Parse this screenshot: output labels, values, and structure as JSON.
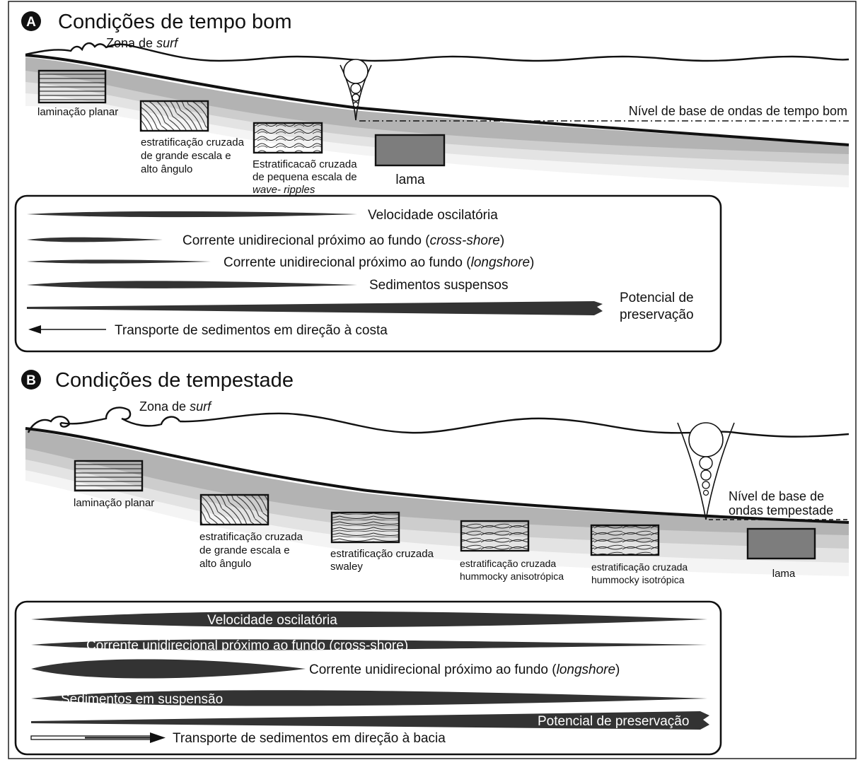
{
  "panel_a": {
    "letter": "A",
    "title": "Condições de tempo bom",
    "surf_label": "Zona de ",
    "surf_label_em": "surf",
    "base_level_label": "Nível de base de ondas de tempo bom",
    "structures": {
      "lamination": "laminação planar",
      "cross_large": [
        "estratificação cruzada",
        "de grande escala e",
        "alto ângulo"
      ],
      "cross_small": [
        "Estratificacaõ cruzada",
        "de pequena escala de"
      ],
      "cross_small_em": "wave- ripples",
      "mud": "lama"
    },
    "legend": {
      "oscillatory": "Velocidade oscilatória",
      "cross_shore": "Corrente unidirecional próximo ao fundo (",
      "cross_shore_em": "cross-shore",
      "longshore": "Corrente unidirecional próximo ao fundo (",
      "longshore_em": "longshore",
      "close_paren": ")",
      "suspended": "Sedimentos suspensos",
      "preservation": [
        "Potencial de",
        "preservação"
      ],
      "transport": "Transporte de sedimentos em direção à costa"
    }
  },
  "panel_b": {
    "letter": "B",
    "title": "Condições de tempestade",
    "surf_label": "Zona de ",
    "surf_label_em": "surf",
    "base_level_label": [
      "Nível de base de",
      "ondas tempestade"
    ],
    "structures": {
      "lamination": "laminação planar",
      "cross_large": [
        "estratificação cruzada",
        "de grande escala e",
        "alto ângulo"
      ],
      "swaley": [
        "estratificação cruzada",
        "swaley"
      ],
      "hcs_aniso": [
        "estratificação cruzada",
        "hummocky anisotrópica"
      ],
      "hcs_iso": [
        "estratificação cruzada",
        "hummocky isotrópica"
      ],
      "mud": "lama"
    },
    "legend": {
      "oscillatory": "Velocidade oscilatória",
      "cross_shore": "Corrente unidirecional próximo ao fundo (cross-shore)",
      "longshore": "Corrente unidirecional próximo ao fundo (",
      "longshore_em": "longshore",
      "close_paren": ")",
      "suspended": "Sedimentos em suspensão",
      "preservation": "Potencial de preservação",
      "transport": "Transporte de sedimentos em direção à bacia"
    }
  },
  "colors": {
    "ink": "#111111",
    "mud_box": "#7d7d7d",
    "seafloor_bands": [
      "#f2f2f2",
      "#e2e2e2",
      "#cfcfcf",
      "#b8b8b8",
      "#a0a0a0"
    ]
  }
}
